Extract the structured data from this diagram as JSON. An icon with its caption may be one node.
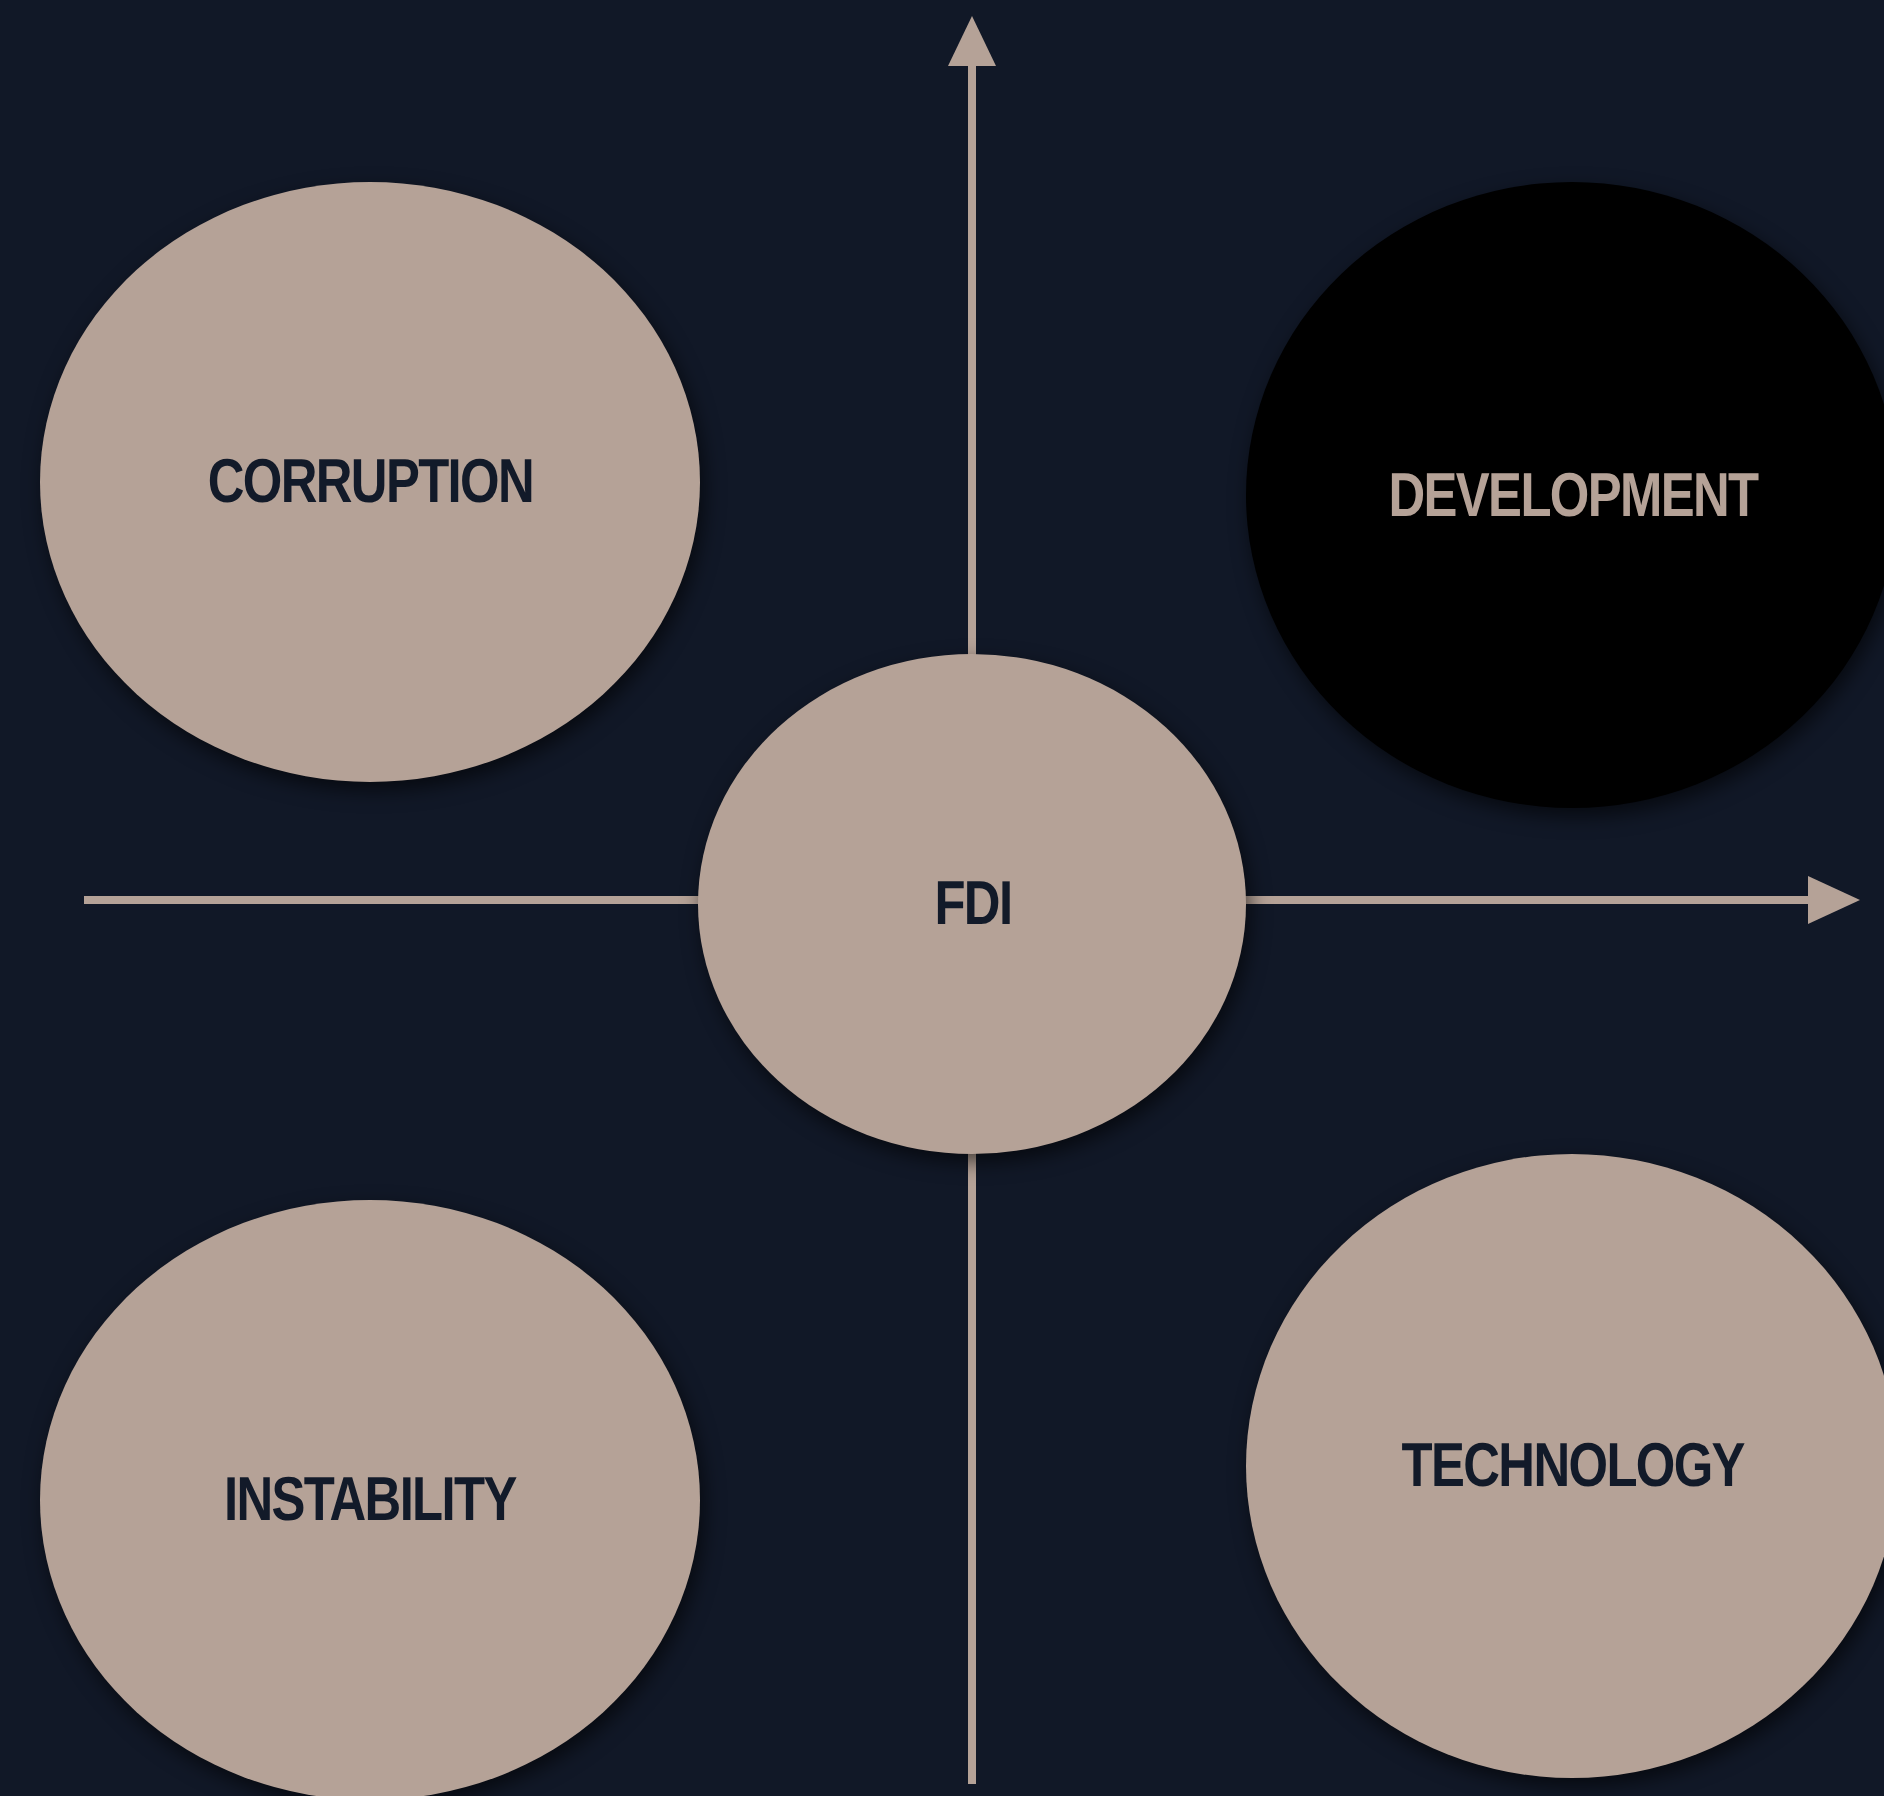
{
  "diagram": {
    "nodes": [
      {
        "text": [
          "CORRUPTION"
        ]
      },
      {
        "text": [
          "DEVELOPMENT"
        ]
      },
      {
        "text": [
          "FDI"
        ]
      },
      {
        "text": [
          "INSTABILITY"
        ]
      },
      {
        "text": [
          "TECHNOLOGY"
        ]
      }
    ]
  }
}
